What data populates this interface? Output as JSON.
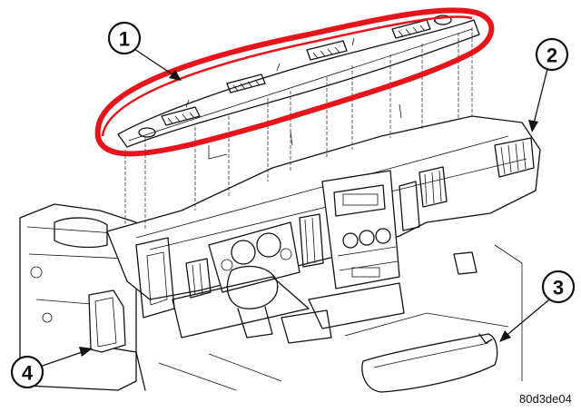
{
  "callouts": [
    "1",
    "2",
    "3",
    "4"
  ],
  "figure_ref": "80d3de04",
  "colors": {
    "highlight": "#e8141c",
    "line": "#111111",
    "background": "#ffffff"
  }
}
